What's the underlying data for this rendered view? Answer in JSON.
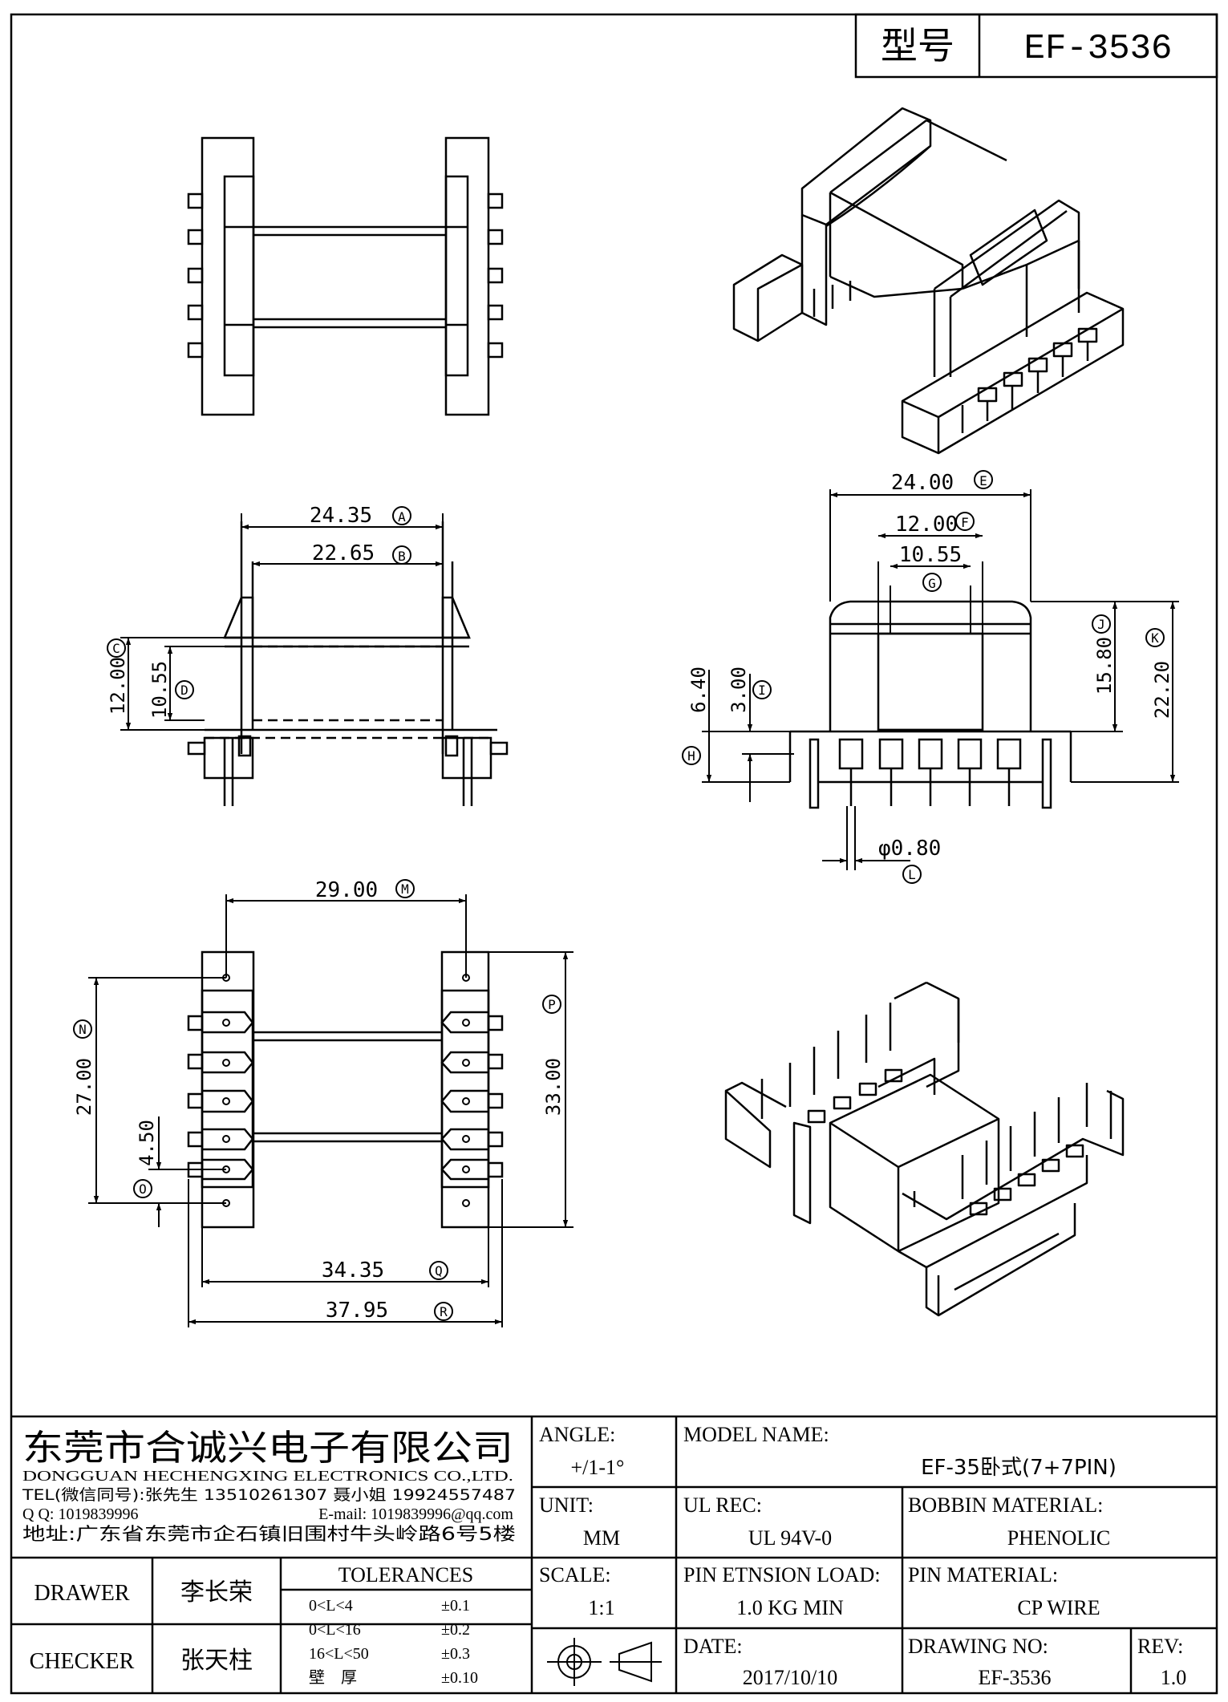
{
  "header": {
    "type_label": "型号",
    "type_value": "EF-3536"
  },
  "dimensions": {
    "A": {
      "value": "24.35",
      "mark": "A"
    },
    "B": {
      "value": "22.65",
      "mark": "B"
    },
    "C": {
      "value": "12.00",
      "mark": "C"
    },
    "D": {
      "value": "10.55",
      "mark": "D"
    },
    "E": {
      "value": "24.00",
      "mark": "E"
    },
    "F": {
      "value": "12.00",
      "mark": "F"
    },
    "G": {
      "value": "10.55",
      "mark": "G"
    },
    "H": {
      "value": "6.40",
      "mark": "H"
    },
    "I": {
      "value": "3.00",
      "mark": "I"
    },
    "J": {
      "value": "15.80",
      "mark": "J"
    },
    "K": {
      "value": "22.20",
      "mark": "K"
    },
    "L": {
      "value": "φ0.80",
      "mark": "L"
    },
    "M": {
      "value": "29.00",
      "mark": "M"
    },
    "N": {
      "value": "27.00",
      "mark": "N"
    },
    "O": {
      "value": "4.50",
      "mark": "O"
    },
    "P": {
      "value": "33.00",
      "mark": "P"
    },
    "Q": {
      "value": "34.35",
      "mark": "Q"
    },
    "R": {
      "value": "37.95",
      "mark": "R"
    }
  },
  "company": {
    "name_cn": "东莞市合诚兴电子有限公司",
    "name_en": "DONGGUAN HECHENGXING ELECTRONICS CO.,LTD.",
    "tel": "TEL(微信同号):张先生 13510261307 聂小姐 19924557487",
    "qq": "Q Q: 1019839996",
    "email": "E-mail: 1019839996@qq.com",
    "address": "地址:广东省东莞市企石镇旧围村牛头岭路6号5楼"
  },
  "title_block": {
    "angle_label": "ANGLE:",
    "angle_value": "+/1-1°",
    "unit_label": "UNIT:",
    "unit_value": "MM",
    "scale_label": "SCALE:",
    "scale_value": "1:1",
    "model_label": "MODEL NAME:",
    "model_value": "EF-35卧式(7+7PIN)",
    "ul_label": "UL REC:",
    "ul_value": "UL 94V-0",
    "bobbin_label": "BOBBIN MATERIAL:",
    "bobbin_value": "PHENOLIC",
    "pin_load_label": "PIN ETNSION LOAD:",
    "pin_load_value": "1.0 KG MIN",
    "pin_material_label": "PIN MATERIAL:",
    "pin_material_value": "CP WIRE",
    "date_label": "DATE:",
    "date_value": "2017/10/10",
    "drawing_no_label": "DRAWING NO:",
    "drawing_no_value": "EF-3536",
    "rev_label": "REV:",
    "rev_value": "1.0",
    "drawer_label": "DRAWER",
    "drawer_value": "李长荣",
    "checker_label": "CHECKER",
    "checker_value": "张天柱",
    "tolerances_label": "TOLERANCES",
    "tolerances": [
      {
        "range": "0<L<4",
        "value": "±0.1"
      },
      {
        "range": "0<L<16",
        "value": "±0.2"
      },
      {
        "range": "16<L<50",
        "value": "±0.3"
      },
      {
        "range": "壁　厚",
        "value": "±0.10"
      }
    ]
  }
}
